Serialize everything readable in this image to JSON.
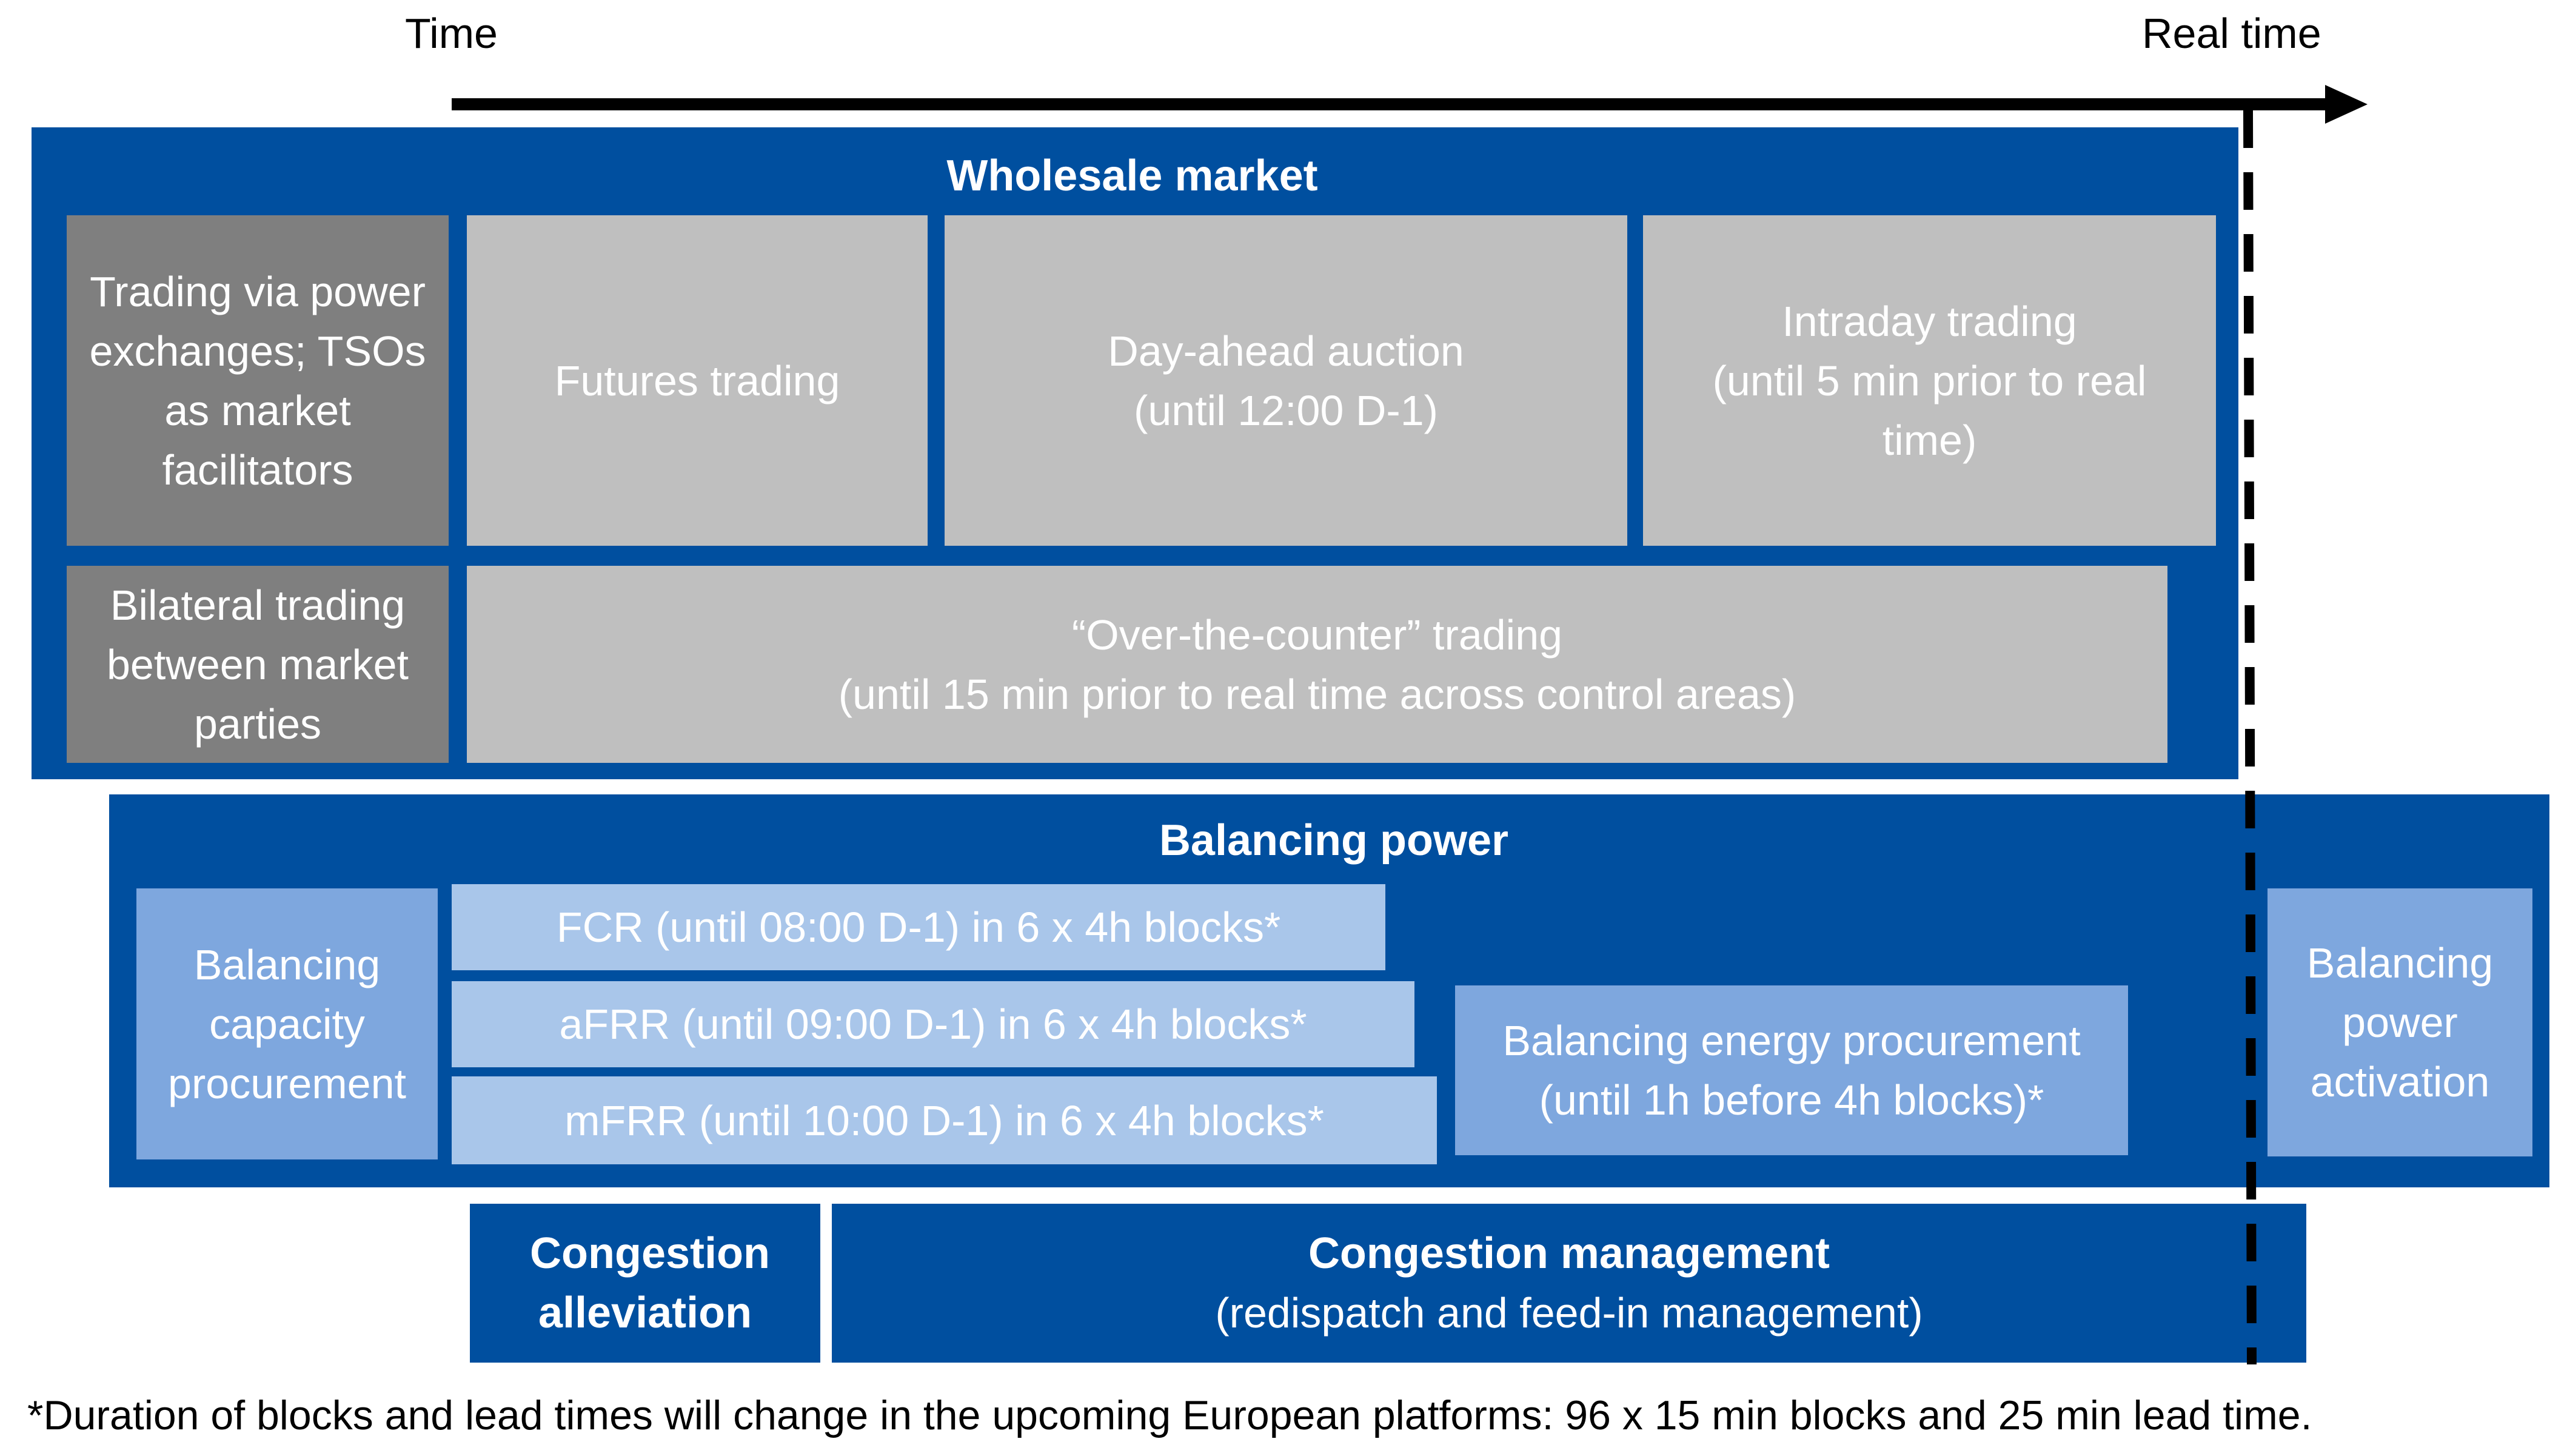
{
  "axis": {
    "time_label": "Time",
    "real_time_label": "Real time"
  },
  "wholesale": {
    "title": "Wholesale market",
    "exchange_label": "Trading via power exchanges; TSOs as market facilitators",
    "futures": "Futures trading",
    "day_ahead": "Day-ahead auction",
    "day_ahead_sub": "(until 12:00 D-1)",
    "intraday": "Intraday trading",
    "intraday_sub": "(until 5 min prior to real time)",
    "bilateral_label": "Bilateral trading between market parties",
    "otc": "“Over-the-counter” trading",
    "otc_sub": "(until 15 min prior to real time across control areas)"
  },
  "balancing": {
    "title": "Balancing power",
    "capacity": "Balancing capacity procurement",
    "fcr": "FCR (until 08:00 D-1) in 6 x 4h blocks*",
    "afrr": "aFRR (until 09:00 D-1) in 6 x 4h blocks*",
    "mfrr": "mFRR (until 10:00 D-1) in 6 x 4h blocks*",
    "energy": "Balancing energy procurement",
    "energy_sub": "(until 1h before 4h blocks)*",
    "activation": "Balancing power activation"
  },
  "congestion": {
    "alleviation": "Congestion alleviation",
    "management": "Congestion management",
    "management_sub": "(redispatch and feed-in management)"
  },
  "footnote": "*Duration of blocks and lead times will change in the upcoming European platforms: 96 x 15 min blocks and 25 min lead time.",
  "colors": {
    "dark_blue": "#004f9f",
    "mid_blue": "#7ea7de",
    "light_blue": "#a9c6ea",
    "dark_gray": "#7f7f7f",
    "light_gray": "#bfbfbf"
  }
}
